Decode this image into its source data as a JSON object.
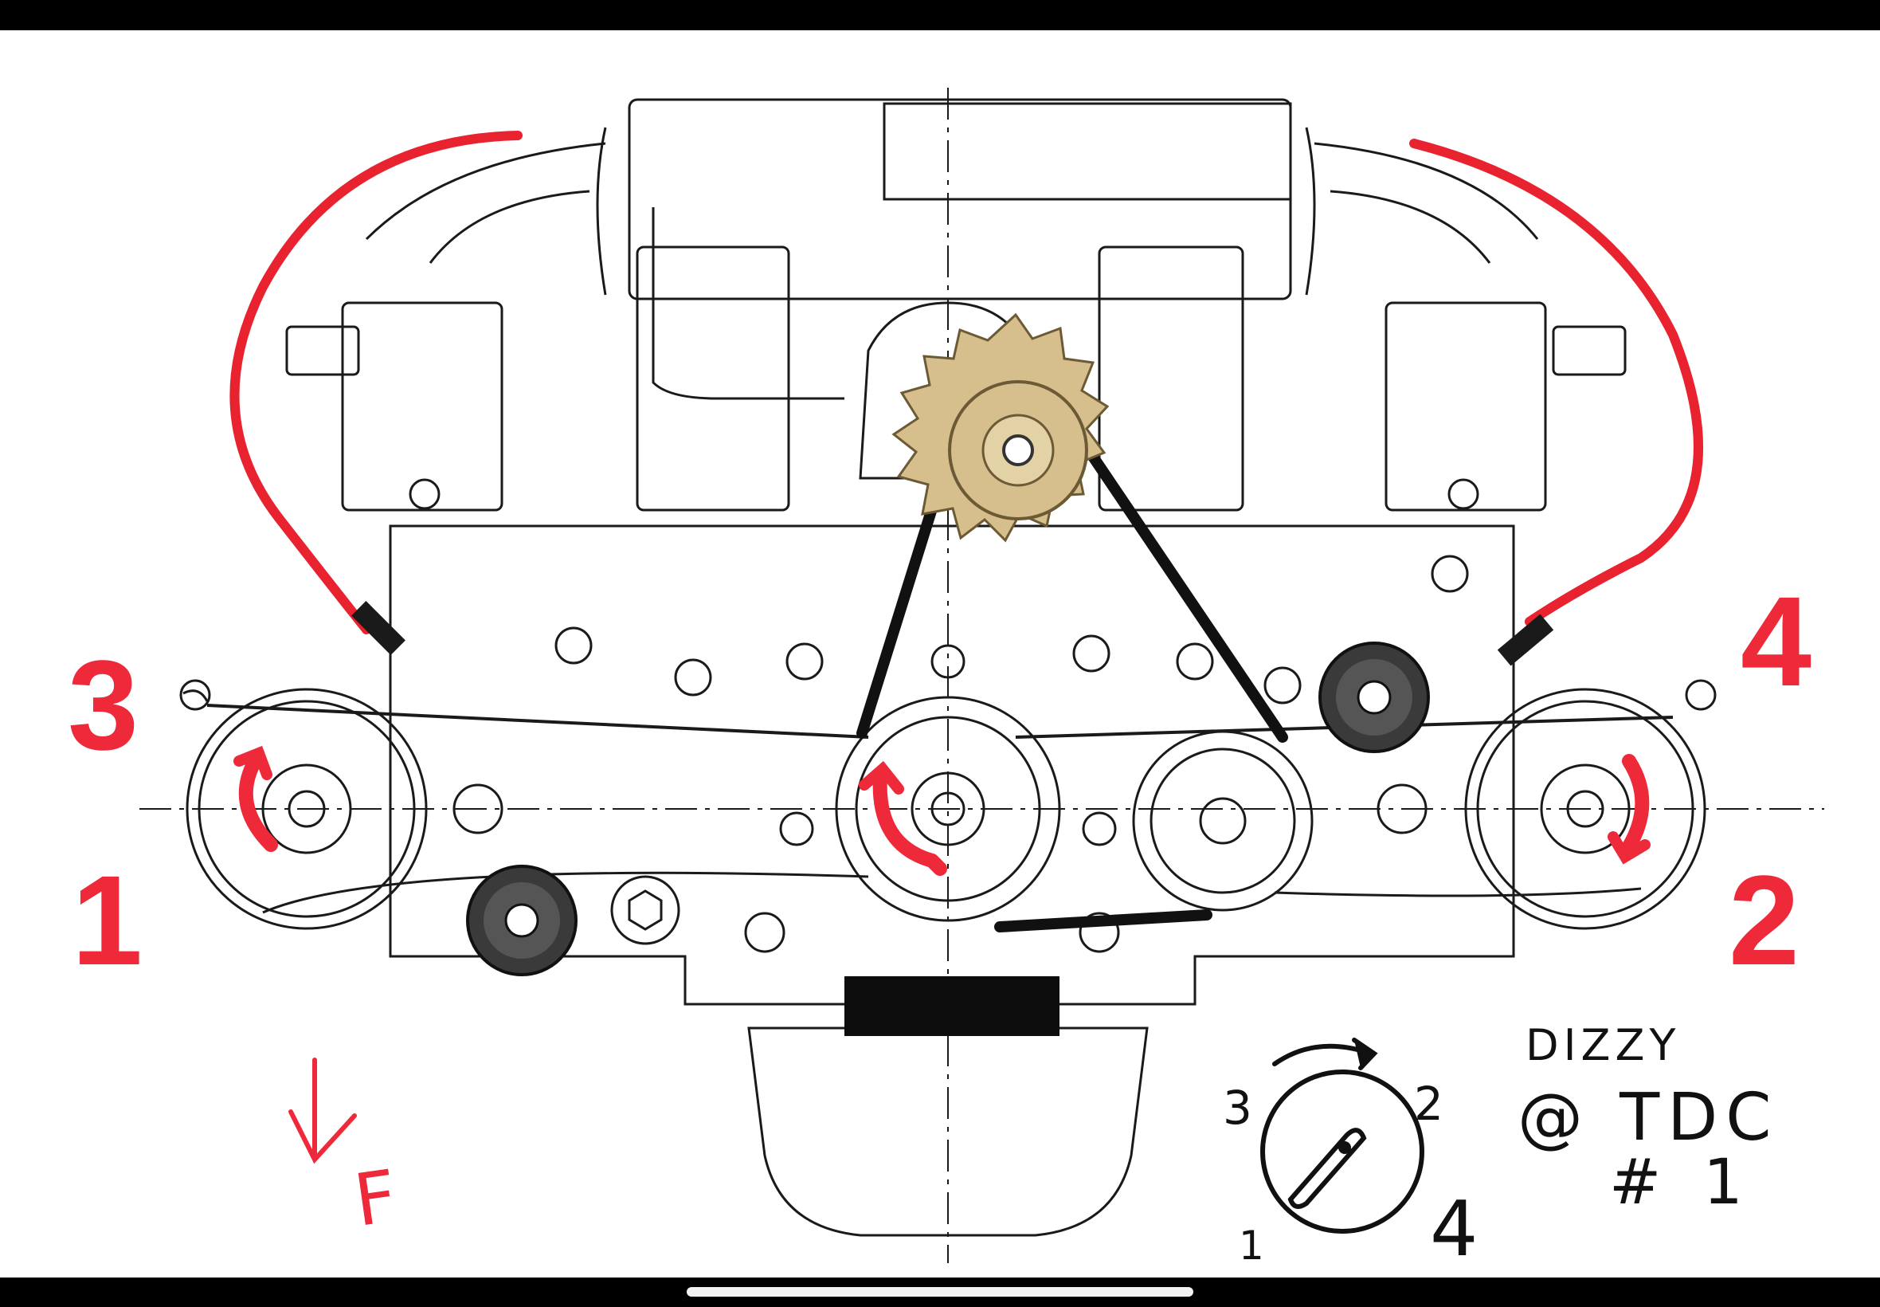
{
  "cylinder_labels": {
    "top_left": "3",
    "bottom_left": "1",
    "bottom_right": "2",
    "top_right": "4"
  },
  "front_marker": {
    "label": "F"
  },
  "distributor": {
    "title": "DIZZY",
    "note_line1": "@ TDC",
    "note_line2": "# 1",
    "firing_positions": {
      "top_left": "3",
      "top_right": "2",
      "bottom_left": "1",
      "bottom_right": "4"
    }
  },
  "colors": {
    "background_frame": "#000000",
    "paper": "#ffffff",
    "plug_wire": "#e8232f",
    "rotation_arrow": "#ee2a3a",
    "alternator_fan": "#d6bf8c",
    "belt": "#111111",
    "idler": "#3a3a3a"
  },
  "icons": {
    "rotation": "curved-arrow-icon",
    "front_direction": "down-arrow-icon",
    "rotor": "distributor-rotor-icon"
  }
}
